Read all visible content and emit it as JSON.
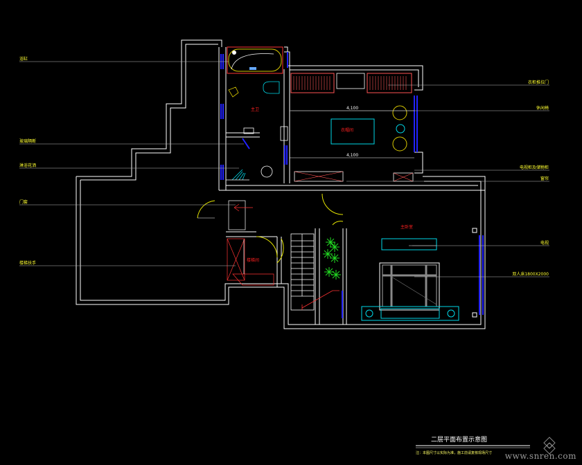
{
  "drawing": {
    "title": "二层平面布置示意图",
    "note": "注：本图尺寸以实际为准，施工前请复核现场尺寸"
  },
  "callouts_left": [
    {
      "id": "l1",
      "text": "浴缸"
    },
    {
      "id": "l2",
      "text": "玻璃隔断"
    },
    {
      "id": "l3",
      "text": "淋浴花洒"
    },
    {
      "id": "l4",
      "text": "门套"
    },
    {
      "id": "l5",
      "text": "楼梯扶手"
    }
  ],
  "callouts_right": [
    {
      "id": "r1",
      "text": "衣柜推拉门"
    },
    {
      "id": "r2",
      "text": "休闲椅"
    },
    {
      "id": "r3",
      "text": "电视柜及储物柜"
    },
    {
      "id": "r4",
      "text": "窗帘"
    },
    {
      "id": "r5",
      "text": "电视"
    },
    {
      "id": "r6",
      "text": "双人床1800X2000"
    }
  ],
  "room_labels": {
    "bath": "主卫",
    "study": "衣帽间",
    "bedroom": "主卧室",
    "stair": "楼梯间",
    "dim_top": "4,100",
    "dim_bottom": "4,100"
  },
  "colors": {
    "wall": "#ffffff",
    "window": "#2222ff",
    "furniture_cyan": "#00d8e8",
    "text_red": "#ff2020",
    "text_yellow": "#ffff33",
    "plant_green": "#22dd22",
    "wardrobe": "#ff5555",
    "hatch_red": "#ff3333",
    "door_yellow": "#e6e600"
  },
  "watermark": "www.snren.com"
}
